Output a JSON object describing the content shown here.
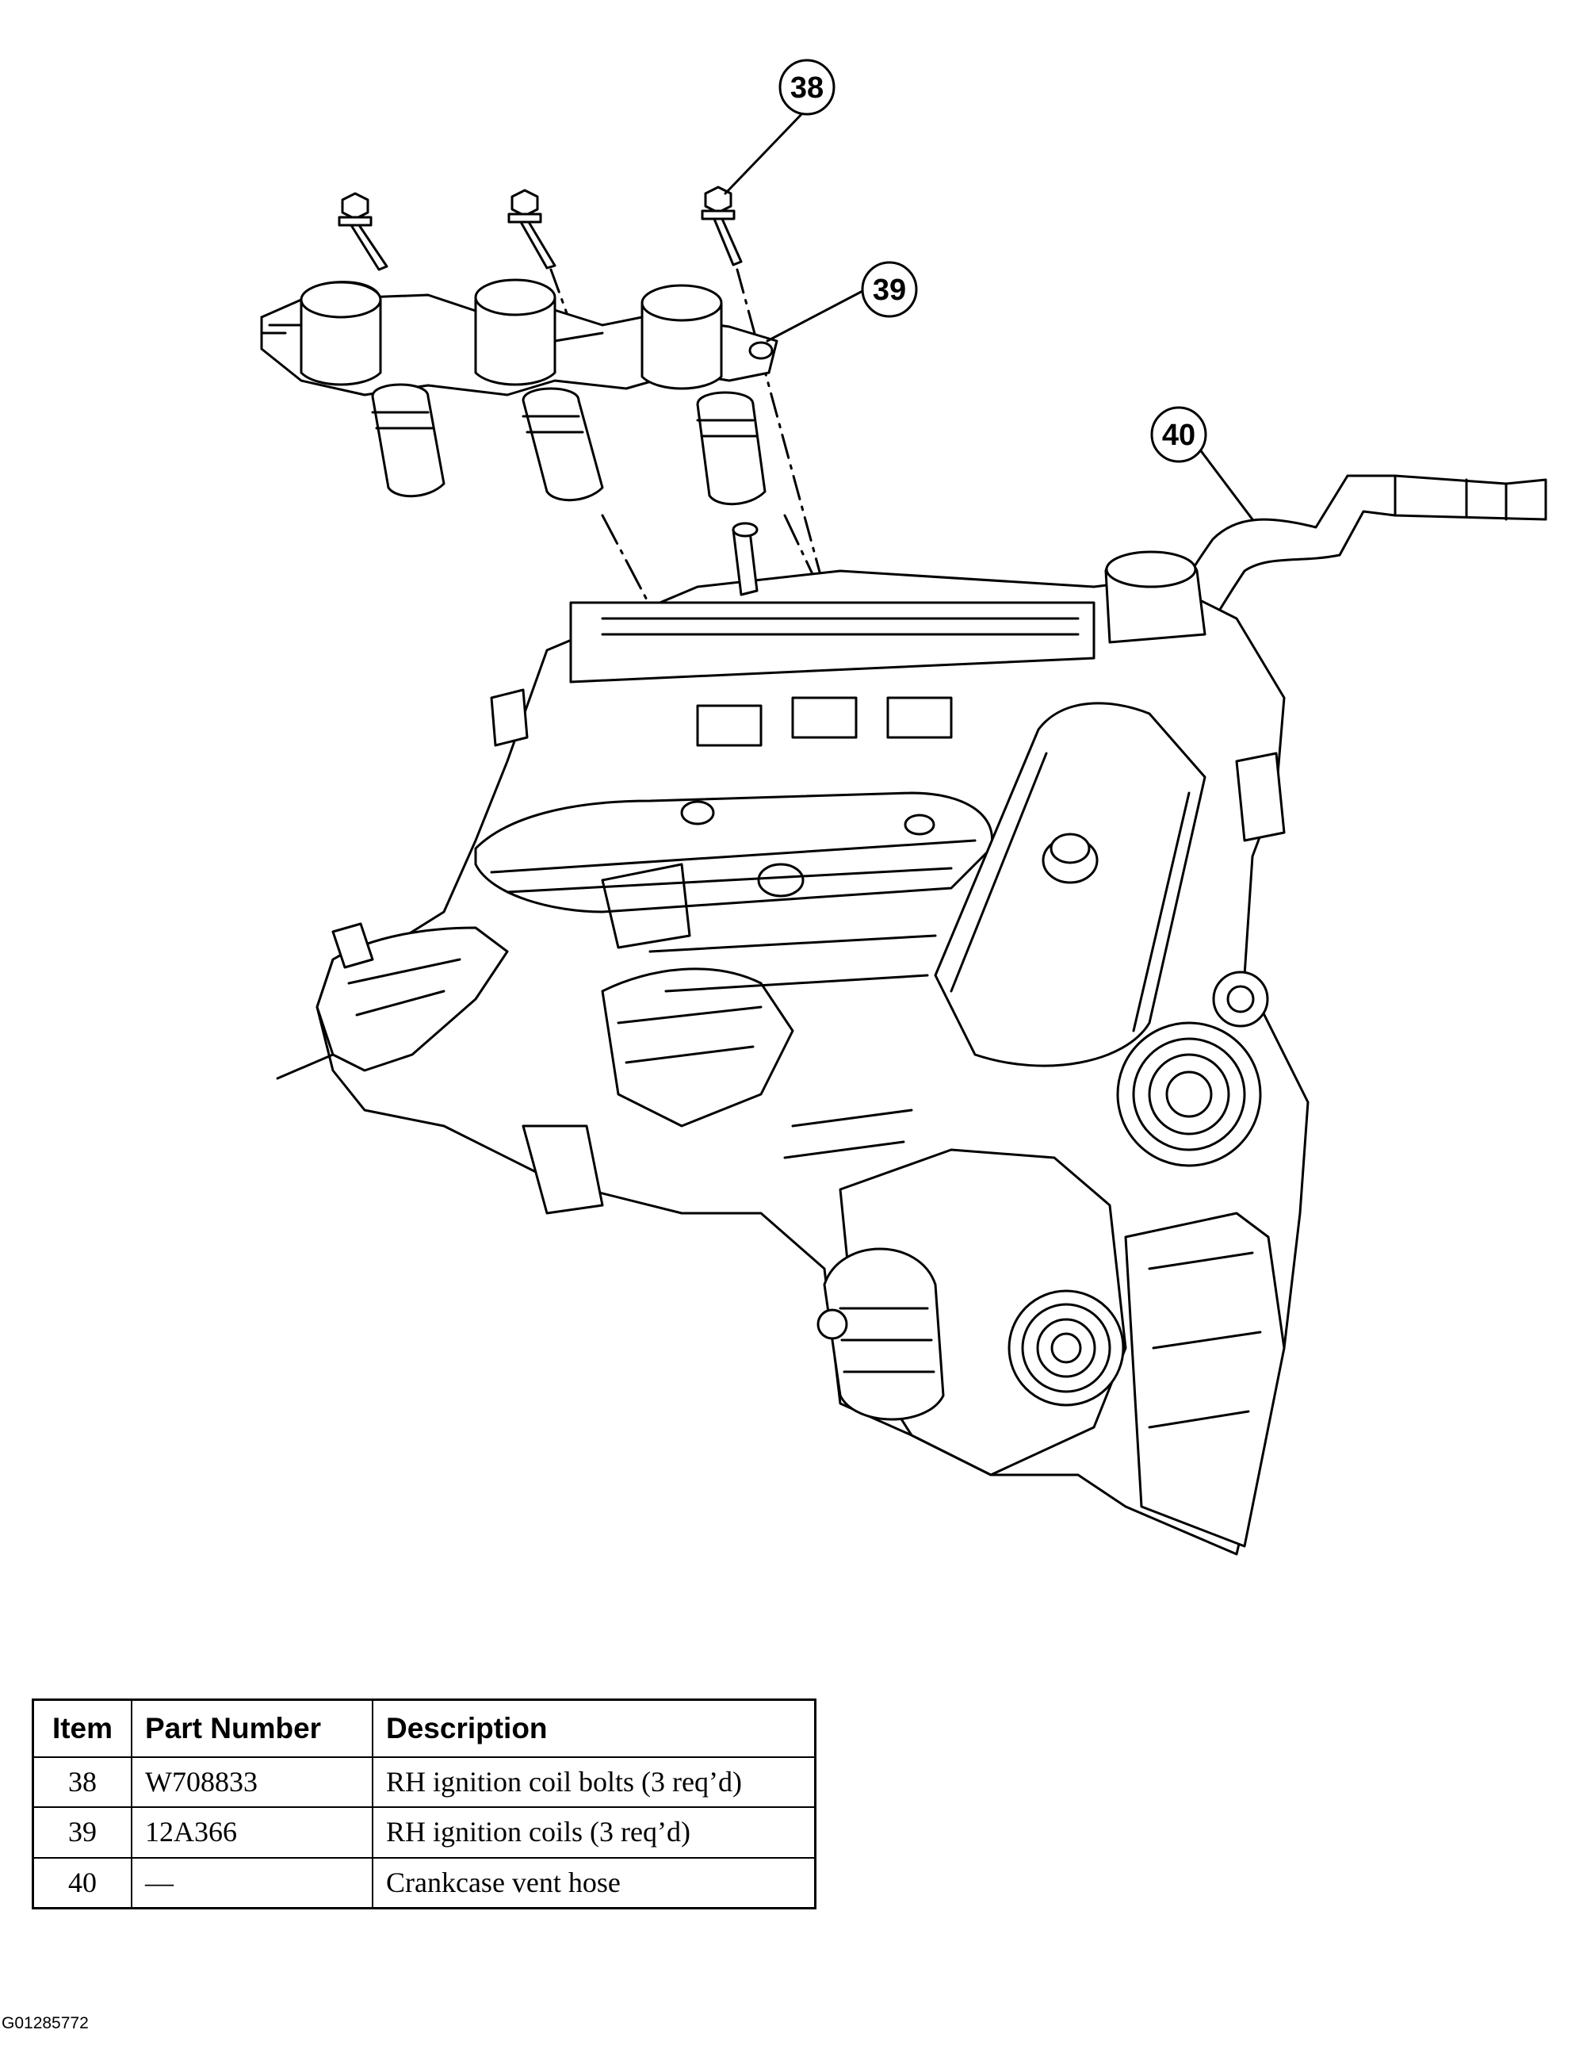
{
  "callouts": [
    {
      "number": "38"
    },
    {
      "number": "39"
    },
    {
      "number": "40"
    }
  ],
  "table": {
    "headers": [
      "Item",
      "Part Number",
      "Description"
    ],
    "rows": [
      {
        "item": "38",
        "part_number": "W708833",
        "description": "RH ignition coil bolts (3 req’d)"
      },
      {
        "item": "39",
        "part_number": "12A366",
        "description": "RH ignition coils (3 req’d)"
      },
      {
        "item": "40",
        "part_number": "—",
        "description": "Crankcase vent hose"
      }
    ]
  },
  "figure_id": "G01285772"
}
